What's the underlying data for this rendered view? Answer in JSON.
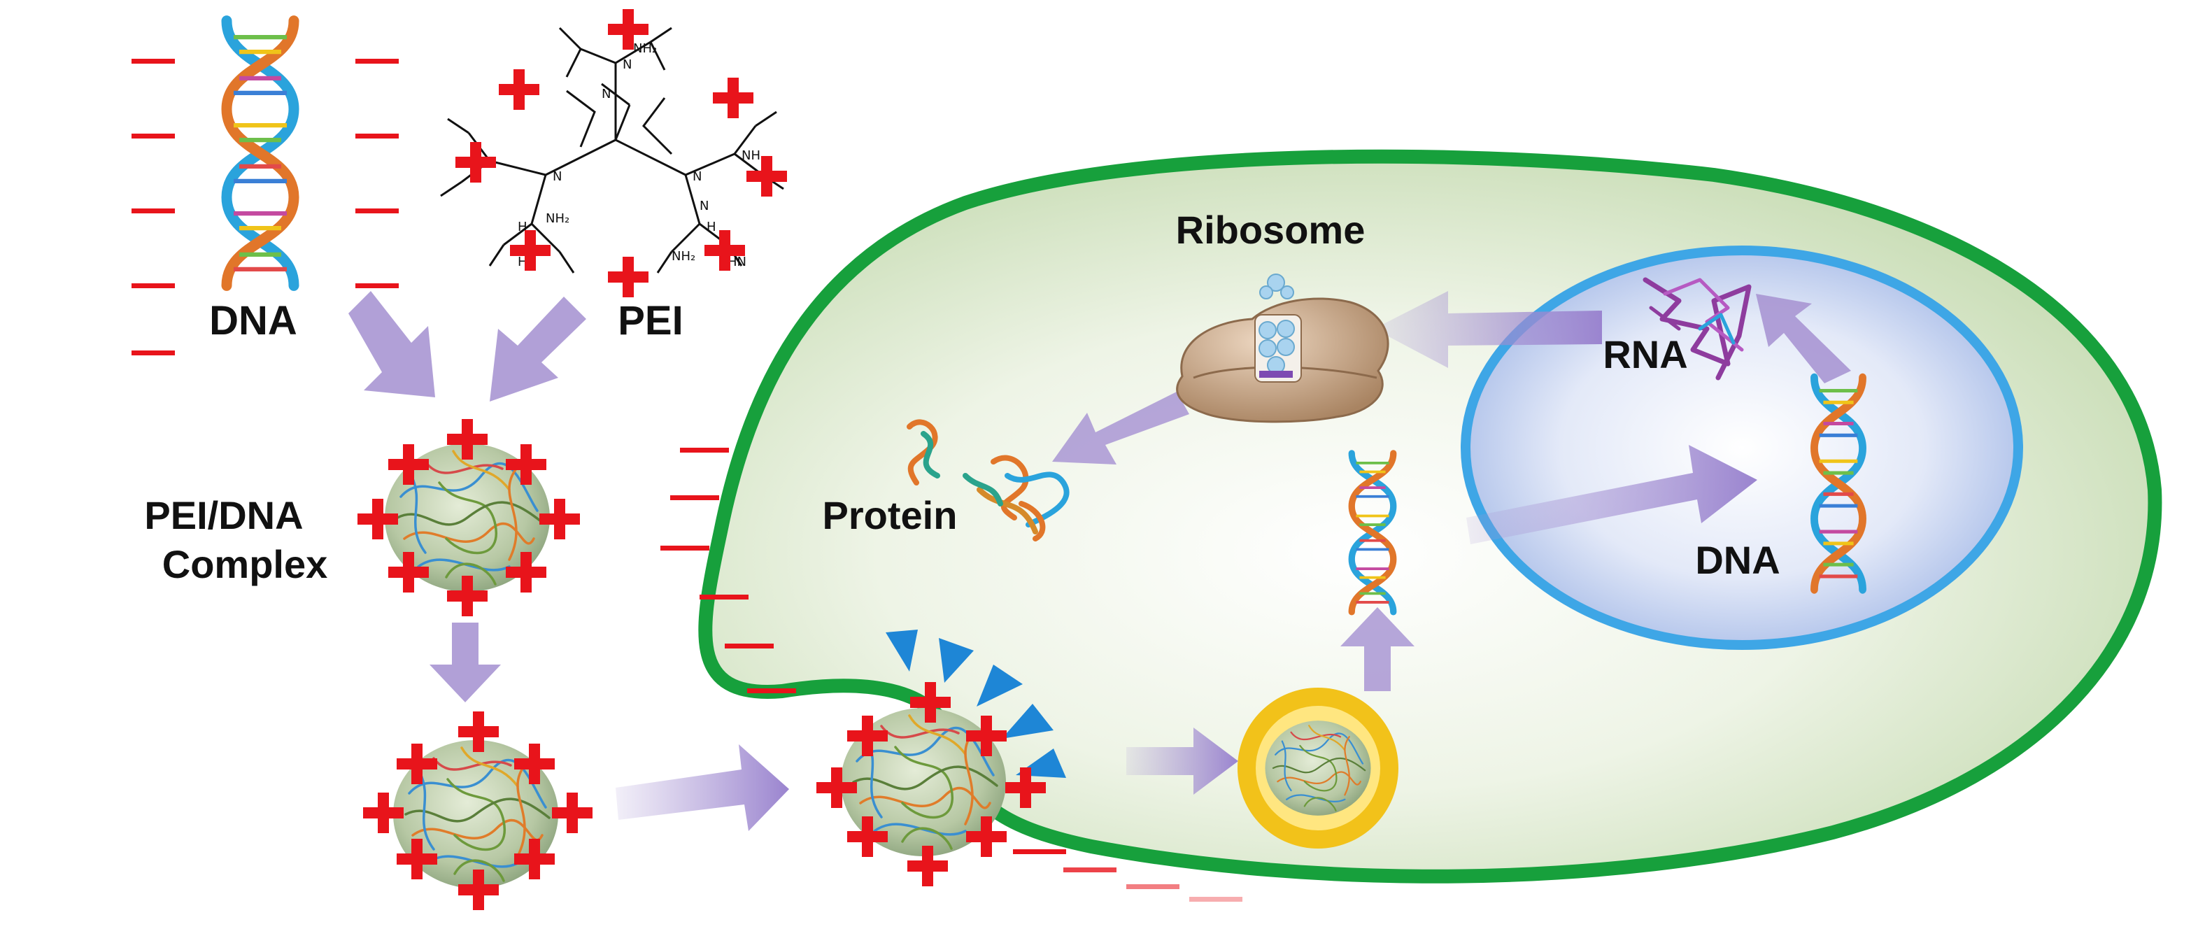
{
  "labels": {
    "dna_top": "DNA",
    "pei": "PEI",
    "complex_line1": "PEI/DNA",
    "complex_line2": "Complex",
    "ribosome": "Ribosome",
    "rna": "RNA",
    "protein": "Protein",
    "dna_nucleus": "DNA"
  },
  "colors": {
    "positive_charge": "#e8141b",
    "negative_charge": "#e8141b",
    "cell_membrane": "#17a03c",
    "cytoplasm": "#e6efdc",
    "nuclear_envelope": "#3ea6e6",
    "nucleoplasm": "#cfd9f2",
    "arrow": "#a996d3",
    "endosome_ring": "#f2c21a",
    "proton_pump": "#1e86d6",
    "ribosome": "#c9a788",
    "rna": "#8e3c9e",
    "dna_strand_a": "#e1762a",
    "dna_strand_b": "#2aa3dc",
    "complex_core": "#b8c9a7"
  },
  "icons": {
    "dna_helix": "dna-helix-icon",
    "pei_polymer": "branched-polymer-icon",
    "complex": "nanoparticle-icon",
    "ribosome": "ribosome-icon",
    "rna": "rna-icon",
    "protein": "protein-icon",
    "endosome": "endosome-icon"
  }
}
